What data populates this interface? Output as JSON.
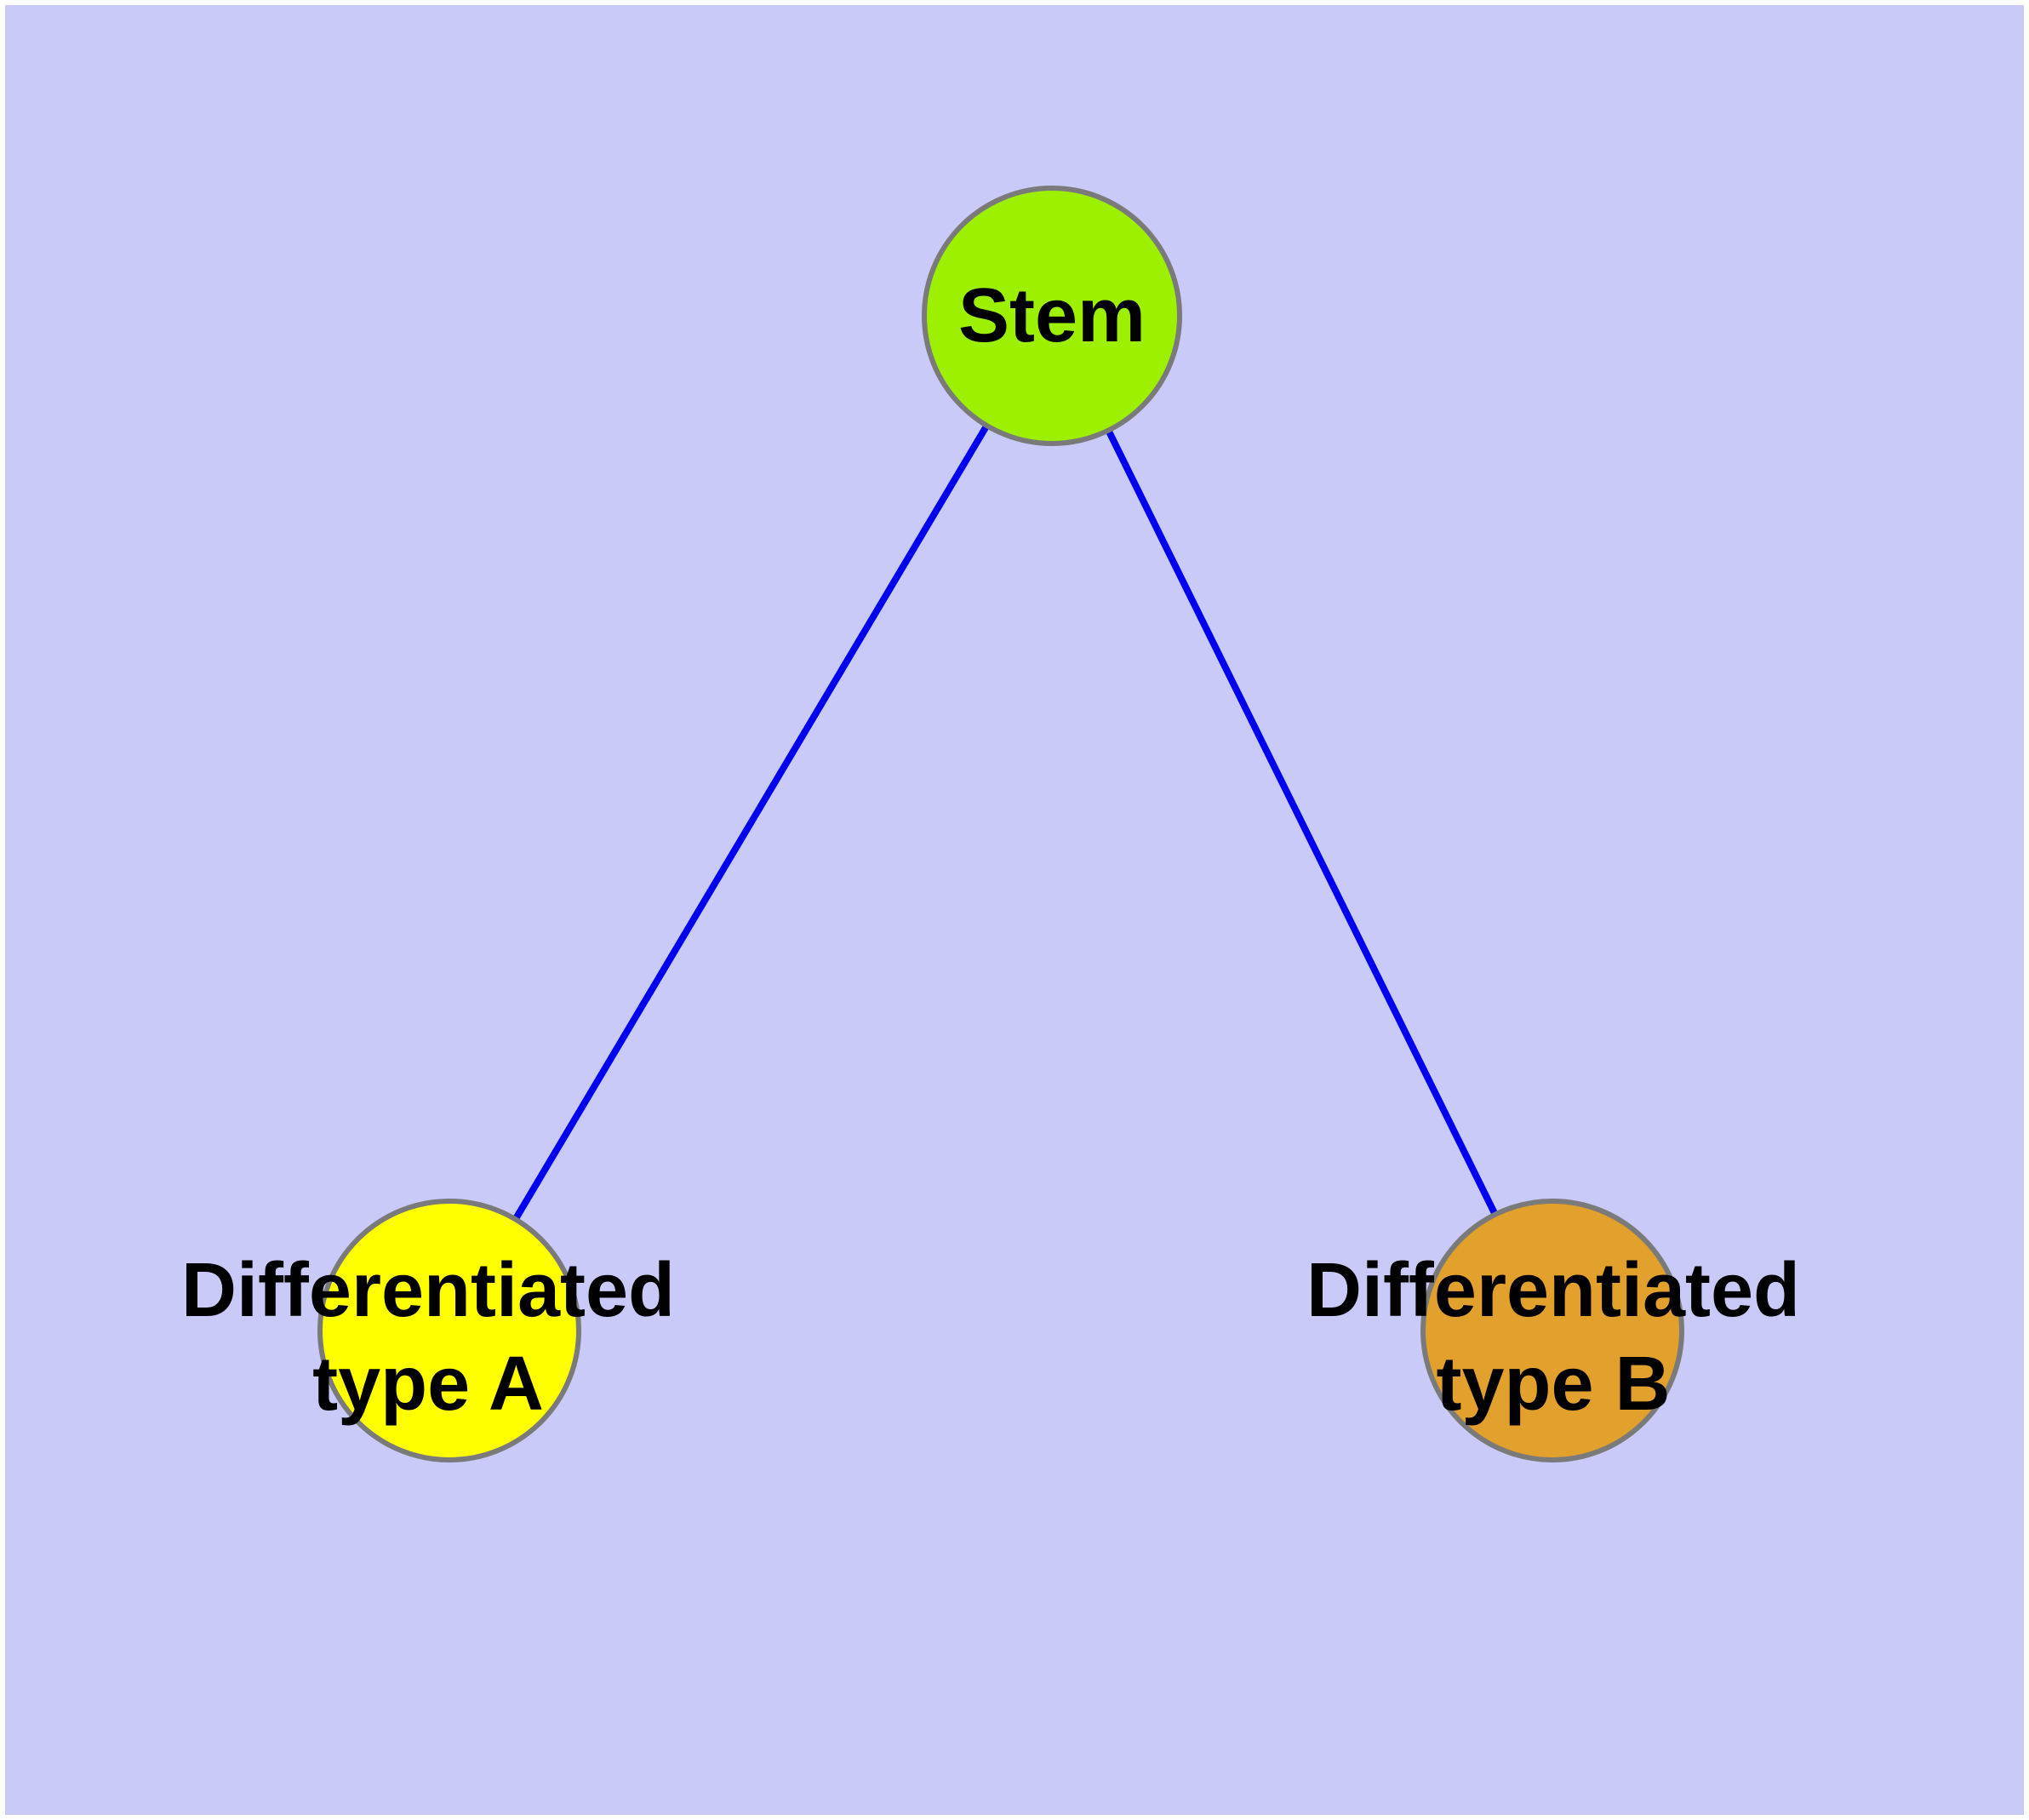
{
  "diagram": {
    "type": "graph",
    "colors": {
      "background": "#CACAF8",
      "frame": "#FFFFFF",
      "edge": "#0000EE",
      "node_border": "#7A7A7A",
      "label_text": "#000000",
      "stem_fill": "#9CF000",
      "type_a_fill": "#FFFF00",
      "type_b_fill": "#E2A02C"
    },
    "nodes": {
      "stem": {
        "label": "Stem"
      },
      "type_a": {
        "line1": "Differentiated",
        "line2": "type A"
      },
      "type_b": {
        "line1": "Differentiated",
        "line2": "type B"
      }
    },
    "edges": [
      {
        "from": "Stem",
        "to": "Differentiated type A"
      },
      {
        "from": "Stem",
        "to": "Differentiated type B"
      }
    ]
  }
}
